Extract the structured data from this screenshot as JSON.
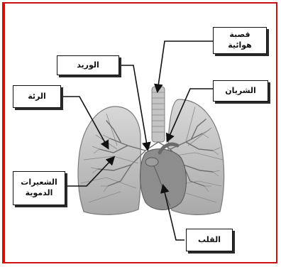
{
  "labels": {
    "trachea": "قصبة هوائية",
    "vein": "الوريد",
    "lung": "الرئة",
    "artery": "الشريان",
    "capillaries": "الشعيرات الدموية",
    "heart": "القلب"
  },
  "colors": {
    "frame": "#d01010",
    "lung_fill": "#c8c8c8",
    "lung_outline": "#7a7a7a",
    "heart_fill": "#8a8a8a",
    "arrow": "#111111"
  }
}
